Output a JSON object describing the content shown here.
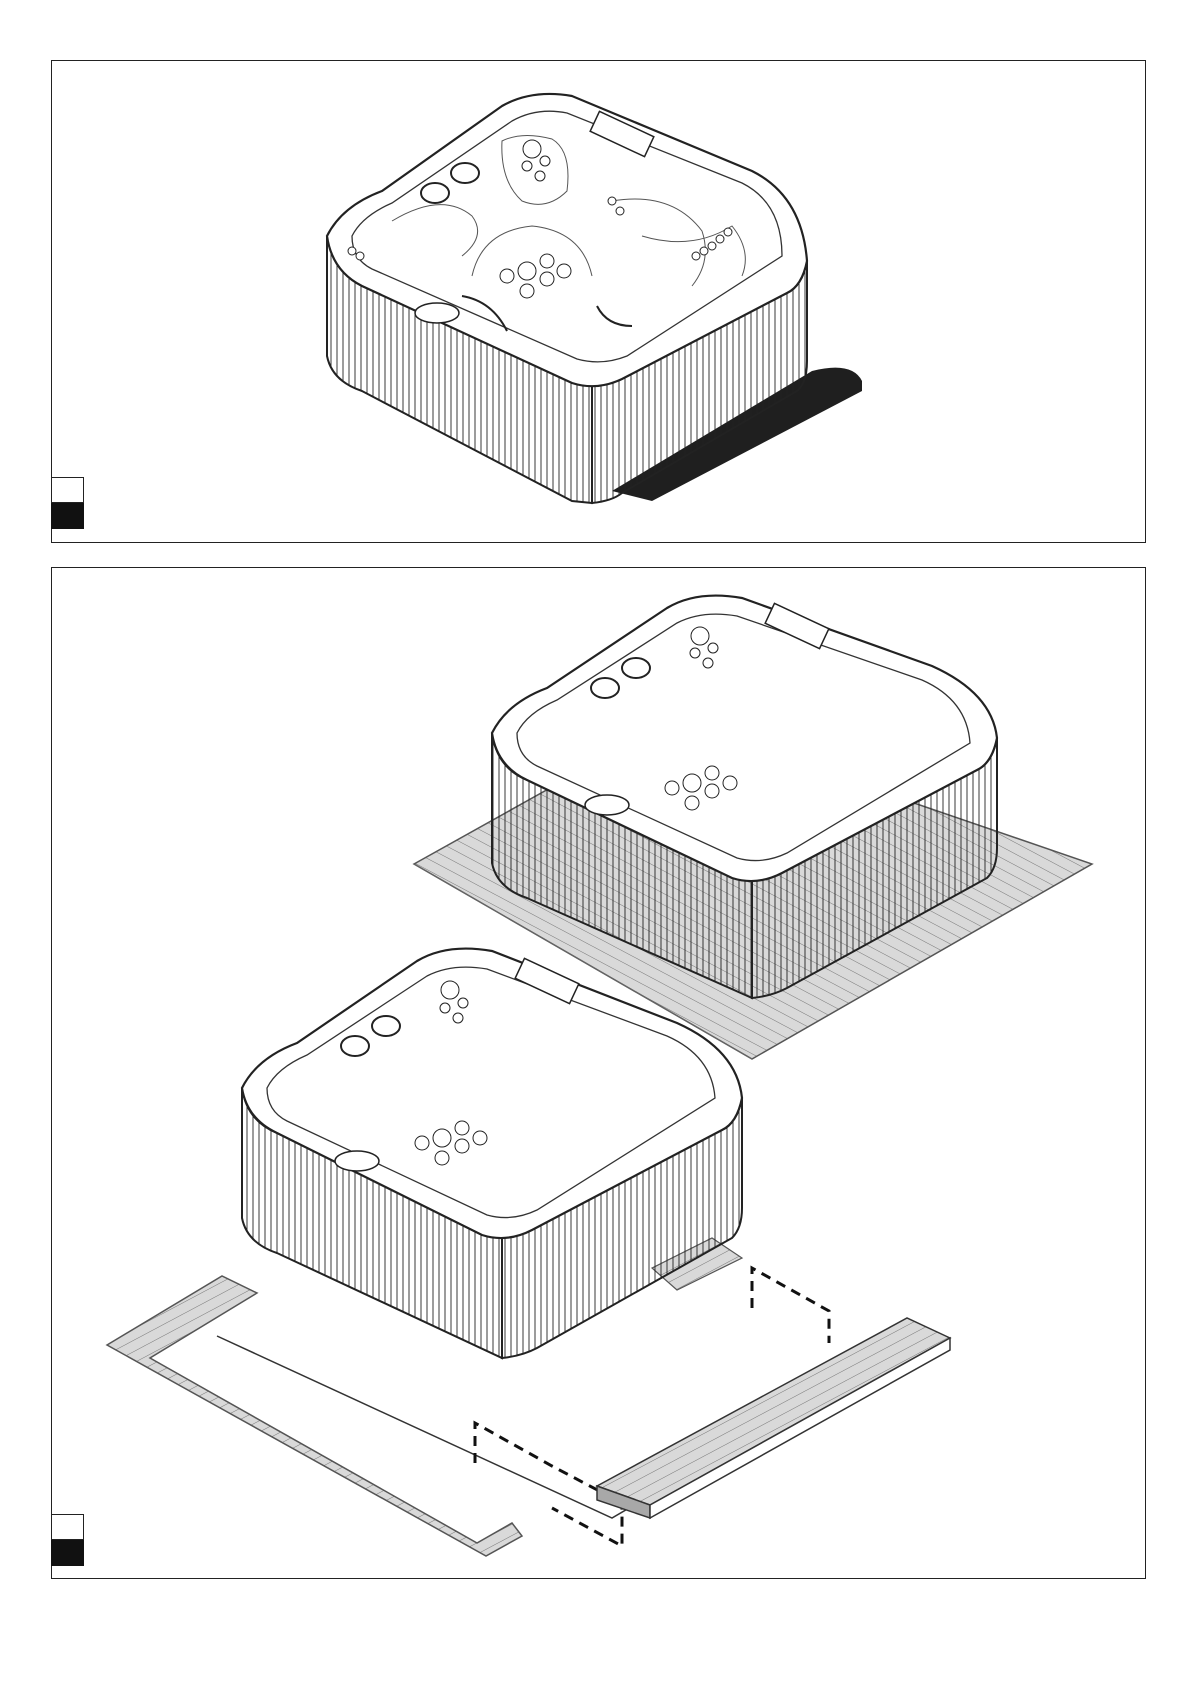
{
  "document": {
    "panels": [
      {
        "id": "panel-1",
        "illustration": "spa-tub-installed-on-ground-with-shadow",
        "step_marker": {
          "number_text": "",
          "filled": true
        }
      },
      {
        "id": "panel-2",
        "illustrations": [
          "spa-tub-on-deck-platform",
          "spa-tub-with-deck-boards-being-placed",
          "loose-deck-board-with-dashed-cutout-outline"
        ],
        "step_marker": {
          "number_text": "",
          "filled": true
        }
      }
    ],
    "colors": {
      "line": "#1a1a1a",
      "deck": "#d9d9d9",
      "deck-edge": "#a8a8a8",
      "shadow": "#1f1f1f",
      "paper": "#ffffff"
    }
  }
}
